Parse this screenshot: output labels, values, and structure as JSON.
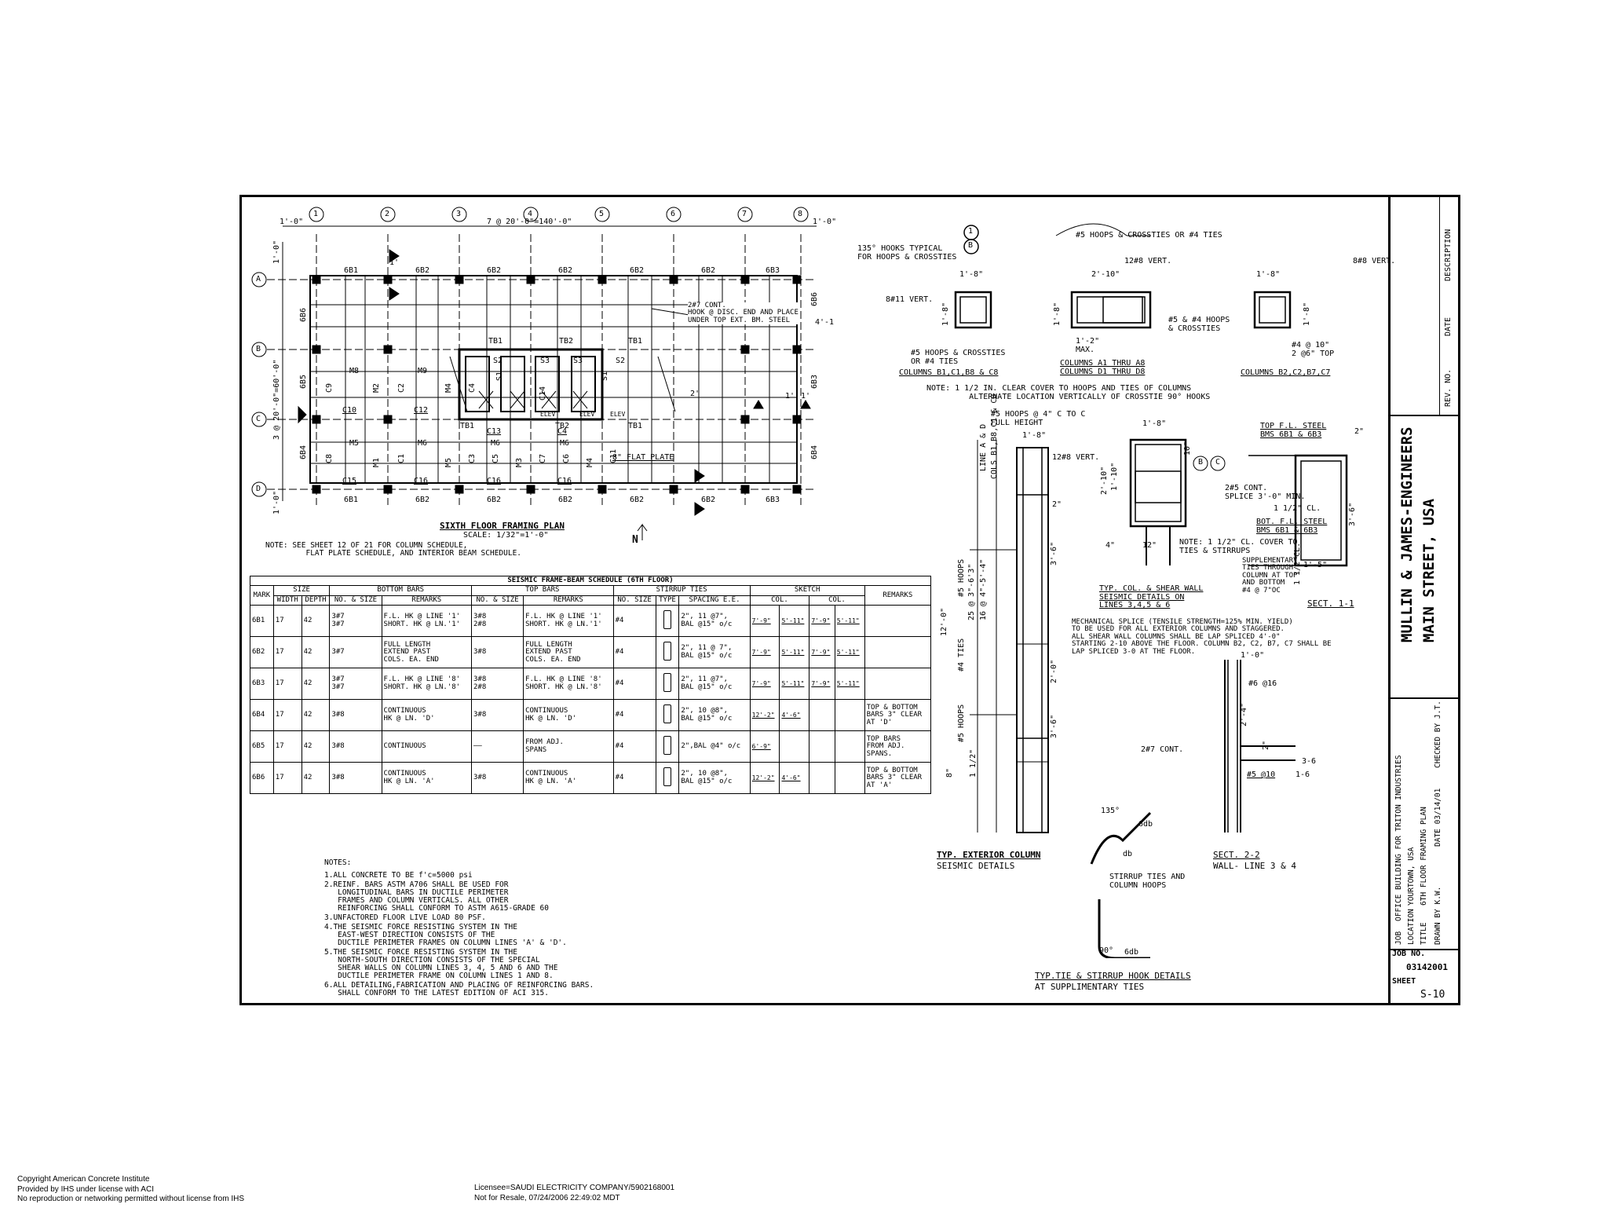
{
  "plan": {
    "grid_numbers": [
      "1",
      "2",
      "3",
      "4",
      "5",
      "6",
      "7",
      "8"
    ],
    "grid_letters": [
      "A",
      "B",
      "C",
      "D"
    ],
    "top_dim": "7 @ 20'-0\"=140'-0\"",
    "edge_dim_left": "1'-0\"",
    "edge_dim_right": "1'-0\"",
    "side_dim": "3 @ 20'-0\"=60'-0\"",
    "side_edge_top": "1'-0\"",
    "side_edge_bottom": "1'-0\"",
    "top_beams": [
      "6B1",
      "6B2",
      "6B2",
      "6B2",
      "6B2",
      "6B2",
      "6B3"
    ],
    "bottom_beams": [
      "6B1",
      "6B2",
      "6B2",
      "6B2",
      "6B2",
      "6B2",
      "6B3"
    ],
    "left_beams": [
      "6B6",
      "6B5",
      "6B4"
    ],
    "right_beams": [
      "6B6",
      "6B3",
      "6B4"
    ],
    "callout_note": "2#7 CONT.\nHOOK @ DISC. END AND PLACE\nUNDER TOP EXT. BM. STEEL",
    "callout_ref": "4'-1",
    "tb_labels": [
      "TB1",
      "TB2",
      "TB1",
      "TB1",
      "TB2",
      "TB1"
    ],
    "slab_labels": [
      "S2",
      "S3",
      "S3",
      "S2",
      "S1",
      "S1"
    ],
    "beam_m_labels": [
      "M8",
      "M9",
      "M5",
      "M6",
      "M6",
      "M6",
      "M2",
      "M1",
      "M4",
      "M3",
      "M4",
      "M5"
    ],
    "col_labels": [
      "C10",
      "C12",
      "C13",
      "C4",
      "C15",
      "C16",
      "C16",
      "C16",
      "C9",
      "C2",
      "C4",
      "C8",
      "C1",
      "C3",
      "C5",
      "C7",
      "C14",
      "C6",
      "C11"
    ],
    "elev_label": "ELEV",
    "flat_plate": "8\" FLAT PLATE",
    "two_prime": "2'",
    "one_prime": "1'",
    "title": "SIXTH FLOOR FRAMING PLAN",
    "scale": "SCALE: 1/32\"=1'-0\"",
    "north": "N",
    "note": "NOTE: SEE SHEET 12 OF 21 FOR COLUMN SCHEDULE,\n         FLAT PLATE SCHEDULE, AND INTERIOR BEAM SCHEDULE."
  },
  "schedule": {
    "title": "SEISMIC FRAME-BEAM SCHEDULE (6TH FLOOR)",
    "h_mark": "MARK",
    "h_size": "SIZE",
    "h_bottom": "BOTTOM BARS",
    "h_top": "TOP BARS",
    "h_stirrup": "STIRRUP TIES",
    "h_sketch": "SKETCH",
    "h_remarks": "REMARKS",
    "h_width": "WIDTH",
    "h_depth": "DEPTH",
    "h_nosize": "NO. & SIZE",
    "h_rem": "REMARKS",
    "h_nosize2": "NO. & SIZE",
    "h_rem2": "REMARKS",
    "h_nosize3": "NO. SIZE",
    "h_type": "TYPE",
    "h_spacing": "SPACING E.E.",
    "h_col_left": "COL.",
    "h_col_right": "COL.",
    "rows": [
      {
        "mark": "6B1",
        "w": "17",
        "d": "42",
        "bb": "3#7\n3#7",
        "bbr": "F.L. HK @ LINE '1'\nSHORT. HK @ LN.'1'",
        "tb": "3#8\n2#8",
        "tbr": "F.L. HK @ LINE '1'\nSHORT. HK @ LN.'1'",
        "st": "#4",
        "sp": "2\", 11 @7\",\nBAL @15\" o/c",
        "sk1": "7'-9\"",
        "sk2": "5'-11\"",
        "sk3": "7'-9\"",
        "sk4": "5'-11\"",
        "rem": ""
      },
      {
        "mark": "6B2",
        "w": "17",
        "d": "42",
        "bb": "3#7",
        "bbr": "FULL LENGTH\nEXTEND PAST\nCOLS. EA. END",
        "tb": "3#8",
        "tbr": "FULL LENGTH\nEXTEND PAST\nCOLS. EA. END",
        "st": "#4",
        "sp": "2\", 11 @ 7\",\nBAL @15\" o/c",
        "sk1": "7'-9\"",
        "sk2": "5'-11\"",
        "sk3": "7'-9\"",
        "sk4": "5'-11\"",
        "rem": ""
      },
      {
        "mark": "6B3",
        "w": "17",
        "d": "42",
        "bb": "3#7\n3#7",
        "bbr": "F.L. HK @ LINE '8'\nSHORT. HK @ LN.'8'",
        "tb": "3#8\n2#8",
        "tbr": "F.L. HK @ LINE '8'\nSHORT. HK @ LN.'8'",
        "st": "#4",
        "sp": "2\", 11 @7\",\nBAL @15\" o/c",
        "sk1": "7'-9\"",
        "sk2": "5'-11\"",
        "sk3": "7'-9\"",
        "sk4": "5'-11\"",
        "rem": ""
      },
      {
        "mark": "6B4",
        "w": "17",
        "d": "42",
        "bb": "3#8",
        "bbr": "CONTINUOUS\nHK @ LN. 'D'",
        "tb": "3#8",
        "tbr": "CONTINUOUS\nHK @ LN. 'D'",
        "st": "#4",
        "sp": "2\", 10 @8\",\nBAL @15\" o/c",
        "sk1": "12'-2\"",
        "sk2": "4'-6\"",
        "sk3": "",
        "sk4": "",
        "rem": "TOP & BOTTOM\nBARS 3\" CLEAR\nAT 'D'"
      },
      {
        "mark": "6B5",
        "w": "17",
        "d": "42",
        "bb": "3#8",
        "bbr": "CONTINUOUS",
        "tb": "——",
        "tbr": "FROM ADJ.\nSPANS",
        "st": "#4",
        "sp": "2\",BAL @4\" o/c",
        "sk1": "6'-9\"",
        "sk2": "",
        "sk3": "",
        "sk4": "",
        "rem": "TOP BARS\nFROM ADJ.\nSPANS."
      },
      {
        "mark": "6B6",
        "w": "17",
        "d": "42",
        "bb": "3#8",
        "bbr": "CONTINUOUS\nHK @ LN. 'A'",
        "tb": "3#8",
        "tbr": "CONTINUOUS\nHK @ LN. 'A'",
        "st": "#4",
        "sp": "2\", 10 @8\",\nBAL @15\" o/c",
        "sk1": "12'-2\"",
        "sk2": "4'-6\"",
        "sk3": "",
        "sk4": "",
        "rem": "TOP & BOTTOM\nBARS 3\" CLEAR\nAT 'A'"
      }
    ]
  },
  "notes": {
    "heading": "NOTES:",
    "items": [
      "1.ALL CONCRETE TO BE f'c=5000 psi",
      "2.REINF. BARS ASTM A706 SHALL BE USED FOR\n   LONGITUDINAL BARS IN DUCTILE PERIMETER\n   FRAMES AND COLUMN VERTICALS. ALL OTHER\n   REINFORCING SHALL CONFORM TO ASTM A615-GRADE 60",
      "3.UNFACTORED FLOOR LIVE LOAD 80 PSF.",
      "4.THE SEISMIC FORCE RESISTING SYSTEM IN THE\n   EAST-WEST DIRECTION CONSISTS OF THE\n   DUCTILE PERIMETER FRAMES ON COLUMN LINES 'A' & 'D'.",
      "5.THE SEISMIC FORCE RESISTING SYSTEM IN THE\n   NORTH-SOUTH DIRECTION CONSISTS OF THE SPECIAL\n   SHEAR WALLS ON COLUMN LINES 3, 4, 5 AND 6 AND THE\n   DUCTILE PERIMETER FRAME ON COLUMN LINES 1 AND 8.",
      "6.ALL DETAILING,FABRICATION AND PLACING OF REINFORCING BARS.\n   SHALL CONFORM TO THE LATEST EDITION OF ACI 315."
    ]
  },
  "columns": {
    "grid1": "1",
    "gridB": "B",
    "hooks_top": "#5 HOOPS & CROSSTIES OR #4 TIES",
    "hooks_typ": "135° HOOKS TYPICAL\nFOR HOOPS & CROSSTIES",
    "dim1": "1'-8\"",
    "dim2": "2'-10\"",
    "dim3": "1'-8\"",
    "vert1": "8#11 VERT.",
    "vert2": "12#8 VERT.",
    "vert3": "8#8 VERT.",
    "hoops1": "#5 HOOPS & CROSSTIES\nOR #4 TIES",
    "hoops2": "#5 & #4 HOOPS\n& CROSSTIES",
    "ties3": "#4 @ 10\"\n2 @6\" TOP",
    "max": "1'-2\"\nMAX.",
    "side1": "1'-8\"",
    "side2": "1'-8\"",
    "side3": "1'-8\"",
    "cap1": "COLUMNS B1,C1,B8 & C8",
    "cap2": "COLUMNS A1 THRU A8\nCOLUMNS D1 THRU D8",
    "cap3": "COLUMNS B2,C2,B7,C7",
    "note": "NOTE: 1 1/2 IN. CLEAR COVER TO HOOPS AND TIES OF COLUMNS\n         ALTERNATE LOCATION VERTICALLY OF CROSSTIE 90° HOOKS"
  },
  "ext_col": {
    "hoops_top": "#5 HOOPS @ 4\" C TO C\nFULL HEIGHT",
    "line_label": "LINE A & D",
    "cols_label": "COLS B1,B8,C1 & C8",
    "dim_top": "1'-8\"",
    "vert": "12#8 VERT.",
    "two_in": "2\"",
    "three_six": "3'-6\"",
    "twelve_zero": "12'-0\"",
    "hoops_v1": "#5 HOOPS",
    "hoops_v2": "25 @ 3\"-6'3\"",
    "hoops_v3": "16 @ 4\"-5'-4\"",
    "ties_v": "#4 TIES",
    "hoops_v4": "#5 HOOPS",
    "two_zero": "2'-0\"",
    "three_six_b": "3'-6\"",
    "eight_in": "8\"",
    "one_half": "1 1/2\"",
    "title": "TYP. EXTERIOR COLUMN",
    "subtitle": "SEISMIC DETAILS"
  },
  "shear_wall": {
    "dim_top": "1'-8\"",
    "ten": "10\"",
    "two_ten": "2'-10\"",
    "one_ten": "1'-10\"",
    "four": "4\"",
    "twelve": "12\"",
    "note": "NOTE: 1 1/2\" CL. COVER TO\nTIES & STIRRUPS",
    "title": "TYP. COL. & SHEAR WALL\nSEISMIC DETAILS ON\nLINES 3,4,5 & 6",
    "grid_b": "B",
    "grid_c": "C"
  },
  "sect11": {
    "top_fl": "TOP F.L. STEEL\nBMS 6B1 & 6B3",
    "two": "2\"",
    "splice": "2#5 CONT.\nSPLICE 3'-0\" MIN.",
    "cl": "1 1/2\" CL.",
    "bot_fl": "BOT. F.L. STEEL\nBMS 6B1 & 6B3",
    "supp": "SUPPLEMENTARY\nTIES THROUGH\nCOLUMN AT TOP\nAND BOTTOM\n#4 @ 7\"OC",
    "three_six": "3'-6\"",
    "one_five": "1'-5\"",
    "one_half": "1 1/2\"CL.",
    "title": "SECT. 1-1"
  },
  "splice_note": "MECHANICAL SPLICE (TENSILE STRENGTH=125% MIN. YIELD)\nTO BE USED FOR ALL EXTERIOR COLUMNS AND STAGGERED.\nALL SHEAR WALL COLUMNS SHALL BE LAP SPLICED 4'-0\"\nSTARTING 2-10 ABOVE THE FLOOR. COLUMN B2, C2, B7, C7 SHALL BE\nLAP SPLICED 3-0 AT THE FLOOR.",
  "sect22": {
    "dim": "1'-0\"",
    "bars": "#6 @16",
    "two_four": "2'-4\"",
    "cont": "2#7 CONT.",
    "two_in": "2\"",
    "hoops": "#5 @10",
    "one_six": "1-6",
    "three_six": "3-6",
    "title": "SECT. 2-2",
    "subtitle": "WALL- LINE 3 & 4"
  },
  "hooks": {
    "angle135": "135°",
    "sixdb_a": "6db",
    "db": "db",
    "label": "STIRRUP TIES AND\nCOLUMN HOOPS",
    "angle90": "90°",
    "sixdb_b": "6db",
    "title": "TYP.TIE & STIRRUP HOOK DETAILS",
    "subtitle": "AT SUPPLIMENTARY TIES"
  },
  "title_block": {
    "company": "MULLIN & JAMES-ENGINEERS",
    "street": "MAIN STREET, USA",
    "description": "DESCRIPTION",
    "date_col": "DATE",
    "rev_no": "REV. NO.",
    "job_label": "JOB",
    "job_value": "OFFICE BUILDING FOR TRITON INDUSTRIES",
    "location_label": "LOCATION",
    "location_value": "YOURTOWN, USA",
    "title_label": "TITLE",
    "title_value": "6TH FLOOR FRAMING PLAN",
    "drawn": "DRAWN BY K.W.",
    "date": "DATE 03/14/01",
    "checked": "CHECKED BY J.T.",
    "job_no_label": "JOB NO.",
    "job_no": "03142001",
    "sheet_label": "SHEET",
    "sheet": "S-10"
  },
  "footer": {
    "left": "Copyright American Concrete Institute\nProvided by IHS under license with ACI\nNo reproduction or networking permitted without license from IHS",
    "right": "Licensee=SAUDI ELECTRICITY COMPANY/5902168001\nNot for Resale, 07/24/2006 22:49:02 MDT"
  }
}
